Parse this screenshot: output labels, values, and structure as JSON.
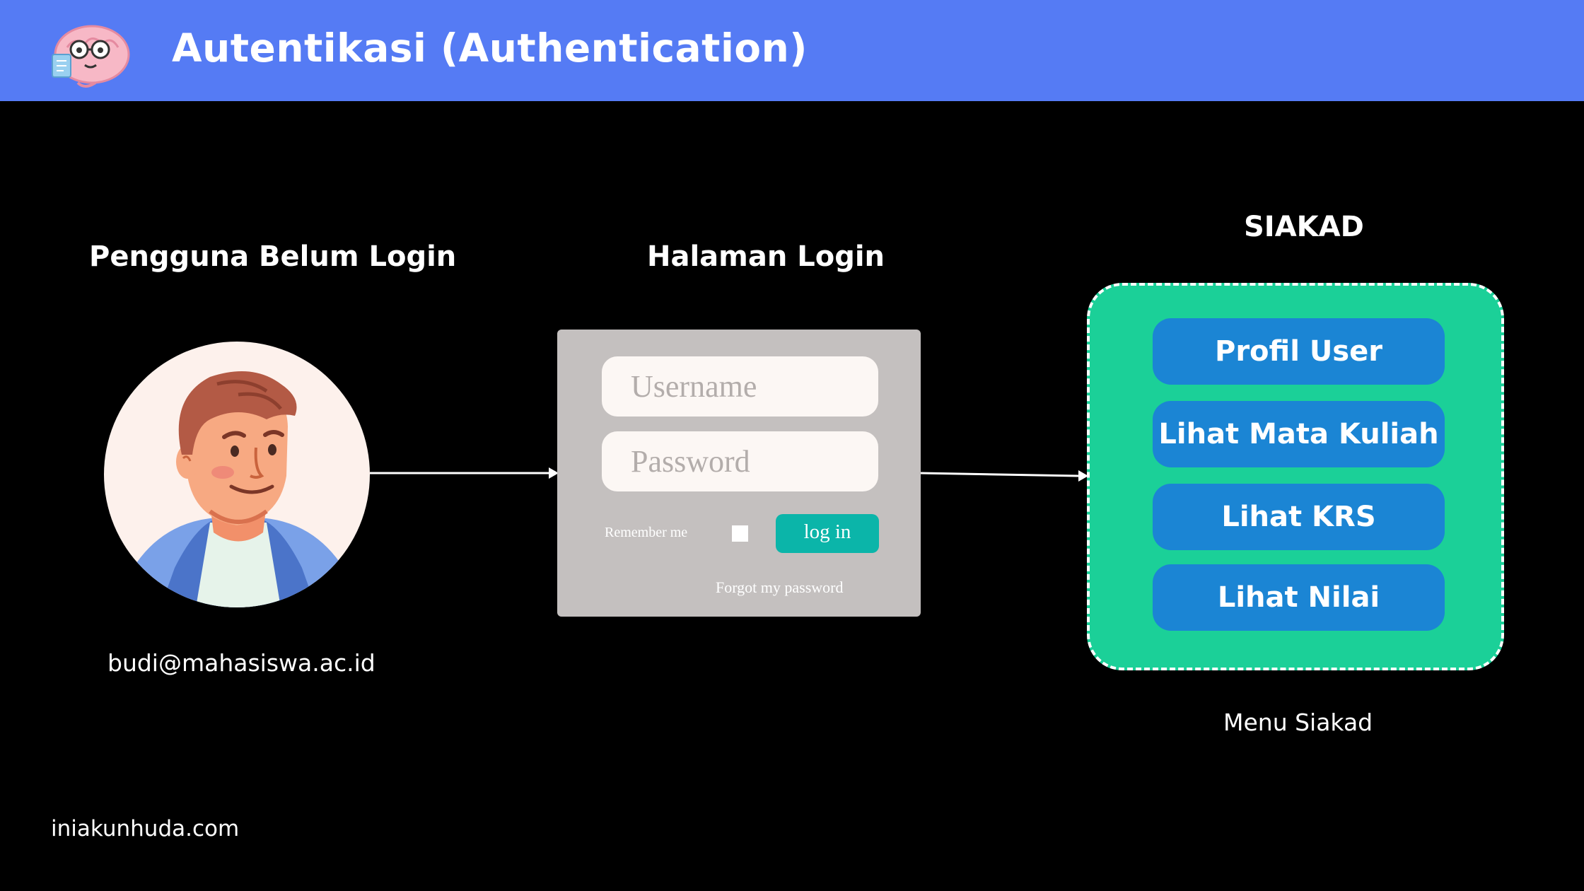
{
  "header": {
    "title": "Autentikasi (Authentication)",
    "bar_color": "#557bf4",
    "logo_icon": "brain-mascot-icon"
  },
  "user": {
    "heading": "Pengguna Belum Login",
    "email": "budi@mahasiswa.ac.id",
    "avatar_icon": "man-avatar-icon"
  },
  "login": {
    "heading": "Halaman Login",
    "username_placeholder": "Username",
    "password_placeholder": "Password",
    "remember_label": "Remember me",
    "login_label": "log in",
    "forgot_label": "Forgot my password",
    "button_color": "#0bb5a9"
  },
  "siakad": {
    "heading": "SIAKAD",
    "caption": "Menu Siakad",
    "box_color": "#1bd098",
    "button_color": "#1b85d4",
    "menu": [
      "Profil User",
      "Lihat Mata Kuliah",
      "Lihat KRS",
      "Lihat Nilai"
    ]
  },
  "footer": {
    "site": "iniakunhuda.com"
  }
}
